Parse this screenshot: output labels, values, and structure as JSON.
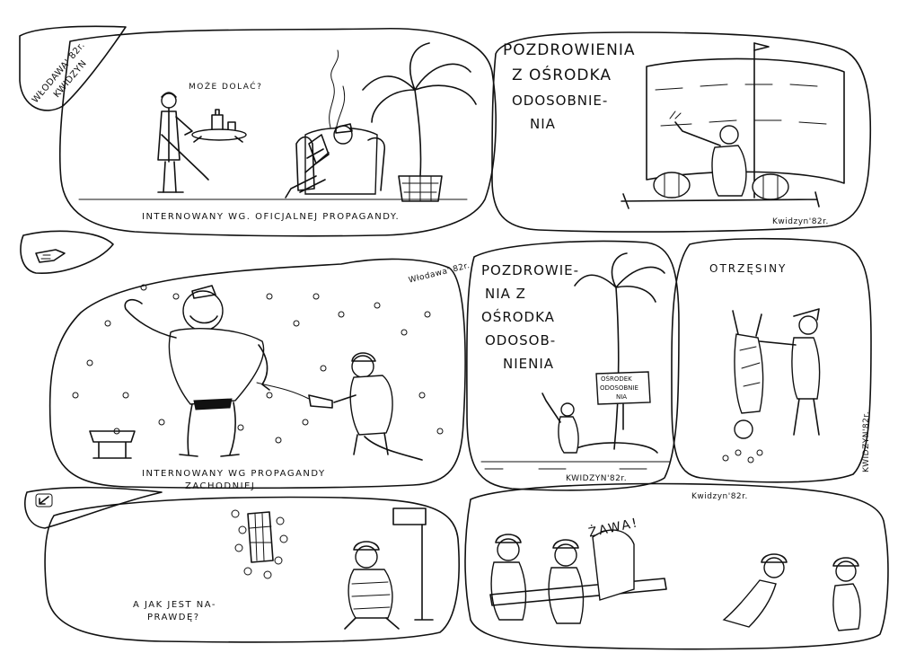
{
  "panels": {
    "p1": {
      "corner_label": "WŁODAWA' 82r.",
      "corner_label2": "KWIDZYN",
      "speech": "MOŻE DOLAĆ?",
      "caption": "INTERNOWANY WG. OFICJALNEJ PROPAGANDY."
    },
    "p2": {
      "title_lines": [
        "POZDROWIENIA",
        "Z OŚRODKA",
        "ODOSOBNIE-",
        "NIA"
      ],
      "signature": "Kwidzyn'82r."
    },
    "p3": {
      "signature": "Włodawa' 82r.",
      "caption_lines": [
        "INTERNOWANY WG PROPAGANDY",
        "ZACHODNIEJ."
      ]
    },
    "p4": {
      "title_lines": [
        "POZDROWIE-",
        "NIA Z",
        "OŚRODKA",
        "ODOSOB-",
        "NIENIA"
      ],
      "sign_lines": [
        "OŚRODEK",
        "ODOSOBNIE",
        "NIA"
      ],
      "signature": "KWIDZYN'82r."
    },
    "p5": {
      "title": "OTRZĘSINY",
      "signature": "KWIDZYN'82r."
    },
    "p6": {
      "caption_lines": [
        "A JAK JEST NA-",
        "PRAWDĘ?"
      ]
    },
    "p7": {
      "signature": "Kwidzyn'82r.",
      "shout": "ŻAWA!"
    }
  },
  "icons": [
    "pointing-hand-icon",
    "arrow-down-left-icon"
  ]
}
